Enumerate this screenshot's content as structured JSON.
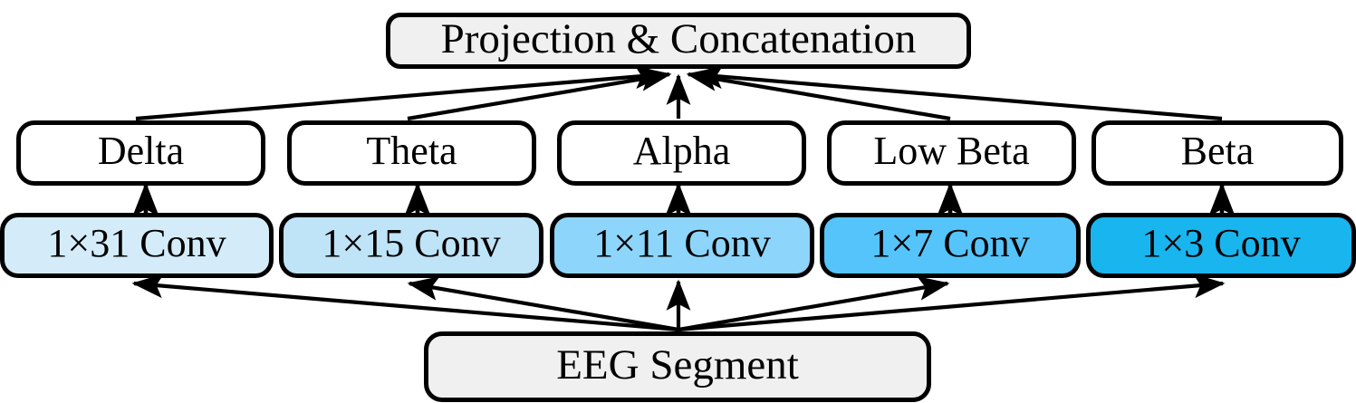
{
  "diagram": {
    "title_box": {
      "label": "Projection & Concatenation",
      "fill": "#f0f0f0",
      "stroke": "#000000"
    },
    "source_box": {
      "label": "EEG Segment",
      "fill": "#f0f0f0",
      "stroke": "#000000"
    },
    "bands": [
      {
        "label": "Delta",
        "fill": "#ffffff"
      },
      {
        "label": "Theta",
        "fill": "#ffffff"
      },
      {
        "label": "Alpha",
        "fill": "#ffffff"
      },
      {
        "label": "Low Beta",
        "fill": "#ffffff"
      },
      {
        "label": "Beta",
        "fill": "#ffffff"
      }
    ],
    "convolutions": [
      {
        "label": "1×31 Conv",
        "kernel": "1×31",
        "fill": "#d4ecf9"
      },
      {
        "label": "1×15 Conv",
        "kernel": "1×15",
        "fill": "#bfe3f7"
      },
      {
        "label": "1×11 Conv",
        "kernel": "1×11",
        "fill": "#8ed5fb"
      },
      {
        "label": "1×7 Conv",
        "kernel": "1×7",
        "fill": "#55c4fa"
      },
      {
        "label": "1×3 Conv",
        "kernel": "1×3",
        "fill": "#19b5ef"
      }
    ],
    "colors": {
      "stroke": "#000000",
      "arrow": "#000000",
      "gray_fill": "#f0f0f0",
      "white_fill": "#ffffff",
      "page_background": "#ffffff"
    },
    "flow": {
      "source_to_conv": "fan-out",
      "conv_to_band": "vertical-up",
      "band_to_projection": "fan-in"
    }
  }
}
